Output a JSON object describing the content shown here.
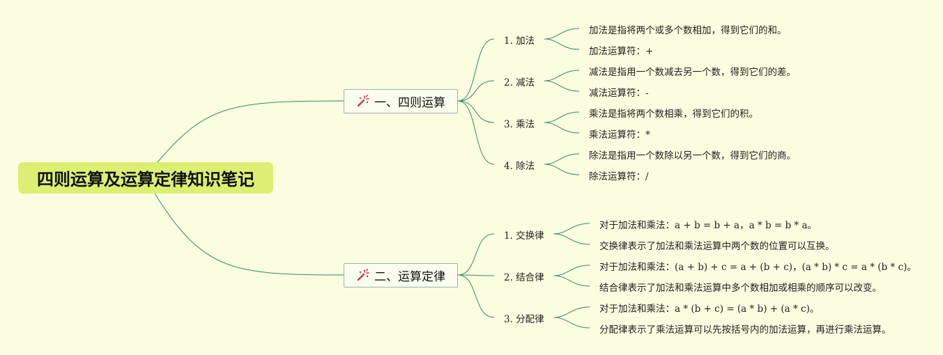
{
  "root": {
    "title": "四则运算及运算定律知识笔记"
  },
  "branches": [
    {
      "title": "一、四则运算",
      "icon": "magic-wand-icon",
      "children": [
        {
          "title": "1. 加法",
          "leaves": [
            "加法是指将两个或多个数相加，得到它们的和。",
            "加法运算符：+"
          ]
        },
        {
          "title": "2. 减法",
          "leaves": [
            "减法是指用一个数减去另一个数，得到它们的差。",
            "减法运算符：-"
          ]
        },
        {
          "title": "3. 乘法",
          "leaves": [
            "乘法是指将两个数相乘，得到它们的积。",
            "乘法运算符：*"
          ]
        },
        {
          "title": "4. 除法",
          "leaves": [
            "除法是指用一个数除以另一个数，得到它们的商。",
            "除法运算符：/"
          ]
        }
      ]
    },
    {
      "title": "二、运算定律",
      "icon": "magic-wand-icon",
      "children": [
        {
          "title": "1. 交换律",
          "leaves": [
            "对于加法和乘法：a + b = b + a，a * b = b * a。",
            "交换律表示了加法和乘法运算中两个数的位置可以互换。"
          ]
        },
        {
          "title": "2. 结合律",
          "leaves": [
            "对于加法和乘法：(a + b) + c = a + (b + c)，(a * b) * c = a * (b * c)。",
            "结合律表示了加法和乘法运算中多个数相加或相乘的顺序可以改变。"
          ]
        },
        {
          "title": "3. 分配律",
          "leaves": [
            "对于加法和乘法：a * (b + c) = (a * b) + (a * c)。",
            "分配律表示了乘法运算可以先按括号内的加法运算，再进行乘法运算。"
          ]
        }
      ]
    }
  ],
  "colors": {
    "edge": "#2e8a6a",
    "root_bg": "#dcef72",
    "background": "#fafde0"
  }
}
